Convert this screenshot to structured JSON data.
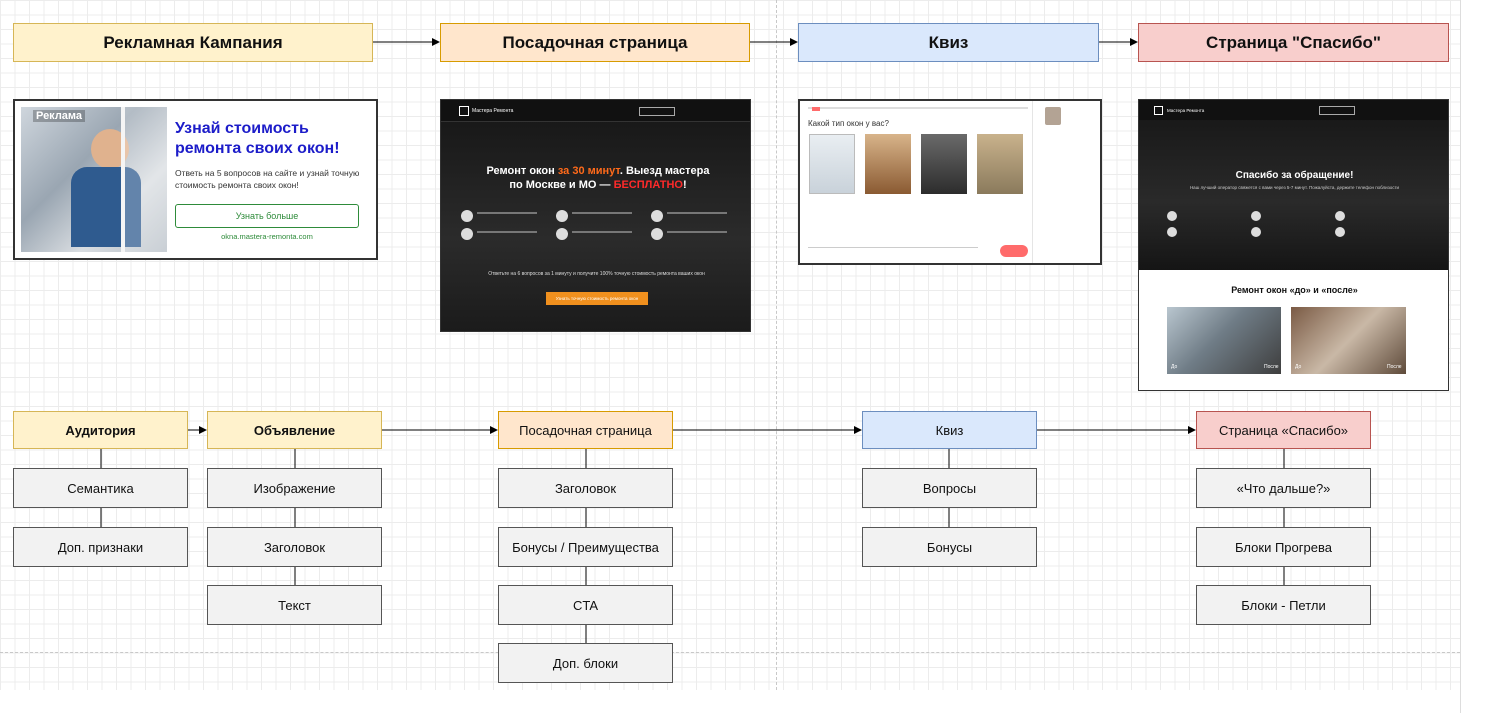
{
  "top_row": {
    "ad_campaign": "Рекламная Кампания",
    "landing": "Посадочная страница",
    "quiz": "Квиз",
    "thanks": "Страница \"Спасибо\""
  },
  "ad_thumb": {
    "badge": "Реклама",
    "headline": "Узнай стоимость ремонта своих окон!",
    "body": "Ответь на 5 вопросов на сайте и узнай точную стоимость ремонта своих окон!",
    "button": "Узнать больше",
    "url": "okna.mastera-remonta.com"
  },
  "landing_thumb": {
    "logo": "Мастера Ремонта",
    "headline_a": "Ремонт окон ",
    "headline_b": "за 30 минут",
    "headline_c": ". Выезд мастера по Москве и МО — ",
    "headline_d": "БЕСПЛАТНО",
    "headline_e": "!",
    "cta_text": "Ответьте на 6 вопросов за 1 минуту и получите 100% точную стоимость ремонта ваших окон",
    "cta_button": "Узнать точную стоимость ремонта окон"
  },
  "quiz_thumb": {
    "question": "Какой тип окон у вас?"
  },
  "thanks_thumb": {
    "logo": "Мастера Ремонта",
    "title": "Спасибо за обращение!",
    "subtitle": "Наш лучший оператор свяжется с вами через 5-7 минут. Пожалуйста, держите телефон поблизости",
    "section_title": "Ремонт окон «до» и «после»",
    "before": "До",
    "after": "После"
  },
  "bottom_row": {
    "audience": "Аудитория",
    "ad": "Объявление",
    "landing": "Посадочная страница",
    "quiz": "Квиз",
    "thanks": "Страница «Спасибо»"
  },
  "audience_items": [
    "Семантика",
    "Доп. признаки"
  ],
  "ad_items": [
    "Изображение",
    "Заголовок",
    "Текст"
  ],
  "landing_items": [
    "Заголовок",
    "Бонусы / Преимущества",
    "CTA",
    "Доп. блоки"
  ],
  "quiz_items": [
    "Вопросы",
    "Бонусы"
  ],
  "thanks_items": [
    "«Что дальше?»",
    "Блоки Прогрева",
    "Блоки - Петли"
  ],
  "colors": {
    "yellow": "#fff2cc",
    "orange": "#ffe6cc",
    "blue": "#dae8fc",
    "red": "#f8cecc",
    "grey": "#f2f2f2"
  }
}
